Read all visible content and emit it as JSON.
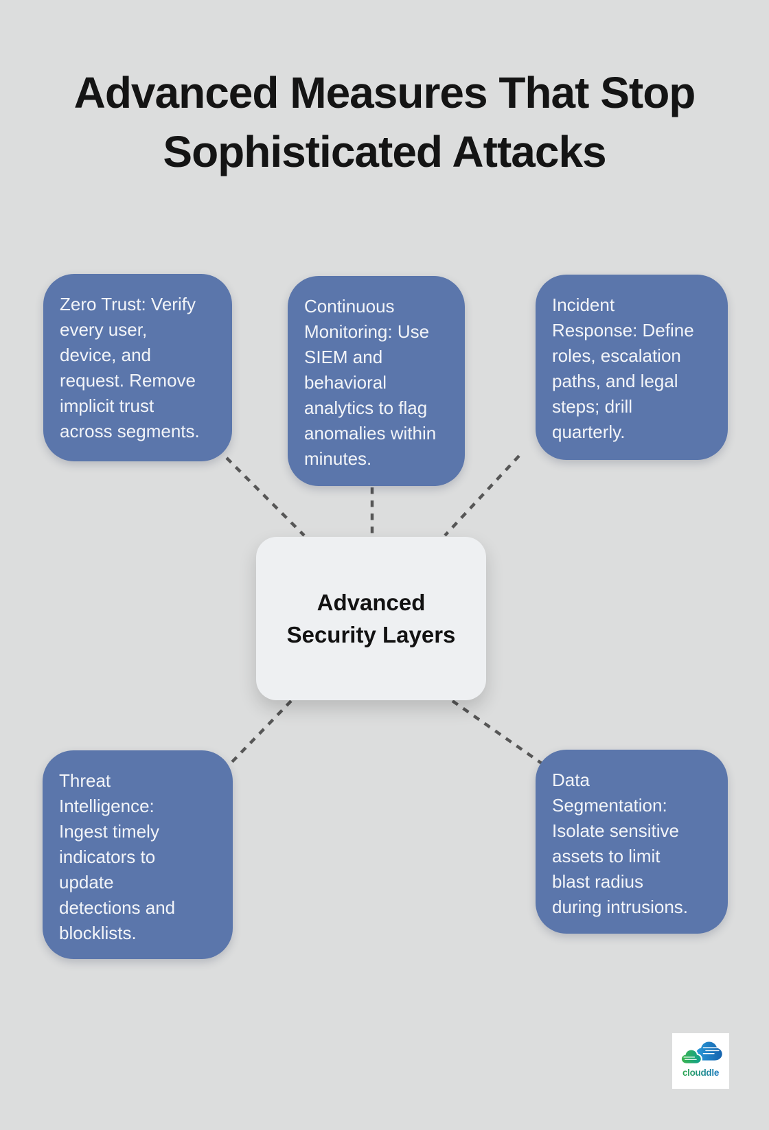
{
  "theme": {
    "background": "#dcdddd",
    "node_blue": "#5b76ab",
    "node_text": "#f2f4f8",
    "center_bg": "#eef0f2",
    "title_color": "#141414",
    "connector_color": "#565656",
    "logo_green": "#2ca84e",
    "logo_blue": "#1878c0"
  },
  "header": {
    "title_lines": [
      "Advanced Measures That Stop",
      "Sophisticated Attacks"
    ]
  },
  "center": {
    "label": "Advanced Security Layers"
  },
  "nodes": [
    {
      "id": "zero-trust",
      "text": "Zero Trust: Verify every user, device, and request. Remove implicit trust across segments."
    },
    {
      "id": "continuous-monitoring",
      "text": "Continuous Monitoring: Use SIEM and behavioral analytics to flag anomalies within minutes."
    },
    {
      "id": "incident-response",
      "text": "Incident Response: Define roles, escalation paths, and legal steps; drill quarterly."
    },
    {
      "id": "threat-intelligence",
      "text": "Threat Intelligence: Ingest timely indicators to update detections and blocklists."
    },
    {
      "id": "data-segmentation",
      "text": "Data Segmentation: Isolate sensitive assets to limit blast radius during intrusions."
    }
  ],
  "logo": {
    "brand": "clouddle",
    "icon": "clouds-icon"
  }
}
